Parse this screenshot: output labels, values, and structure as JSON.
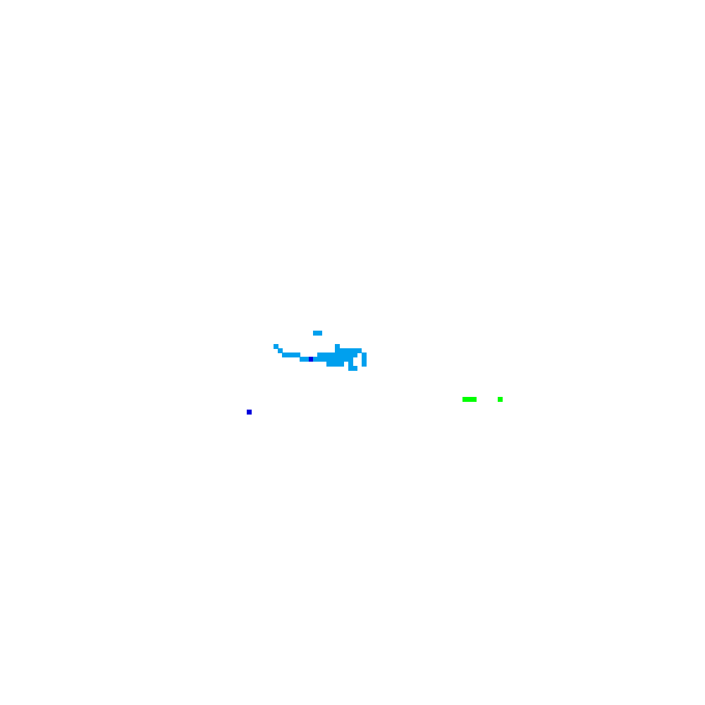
{
  "grid": {
    "columns": 160,
    "rows": 160,
    "background_color": "#ffffff"
  },
  "palette": {
    "light_blue": "#00a0ee",
    "dark_blue": "#0000dd",
    "green": "#00ff00"
  },
  "cells": [
    {
      "col": 71,
      "row": 75,
      "color": "light_blue"
    },
    {
      "col": 72,
      "row": 75,
      "color": "light_blue"
    },
    {
      "col": 62,
      "row": 78,
      "color": "light_blue"
    },
    {
      "col": 76,
      "row": 78,
      "color": "light_blue"
    },
    {
      "col": 63,
      "row": 79,
      "color": "light_blue"
    },
    {
      "col": 76,
      "row": 79,
      "color": "light_blue"
    },
    {
      "col": 77,
      "row": 79,
      "color": "light_blue"
    },
    {
      "col": 78,
      "row": 79,
      "color": "light_blue"
    },
    {
      "col": 79,
      "row": 79,
      "color": "light_blue"
    },
    {
      "col": 80,
      "row": 79,
      "color": "light_blue"
    },
    {
      "col": 81,
      "row": 79,
      "color": "light_blue"
    },
    {
      "col": 64,
      "row": 80,
      "color": "light_blue"
    },
    {
      "col": 65,
      "row": 80,
      "color": "light_blue"
    },
    {
      "col": 66,
      "row": 80,
      "color": "light_blue"
    },
    {
      "col": 67,
      "row": 80,
      "color": "light_blue"
    },
    {
      "col": 72,
      "row": 80,
      "color": "light_blue"
    },
    {
      "col": 73,
      "row": 80,
      "color": "light_blue"
    },
    {
      "col": 74,
      "row": 80,
      "color": "light_blue"
    },
    {
      "col": 75,
      "row": 80,
      "color": "light_blue"
    },
    {
      "col": 76,
      "row": 80,
      "color": "light_blue"
    },
    {
      "col": 77,
      "row": 80,
      "color": "light_blue"
    },
    {
      "col": 78,
      "row": 80,
      "color": "light_blue"
    },
    {
      "col": 79,
      "row": 80,
      "color": "light_blue"
    },
    {
      "col": 80,
      "row": 80,
      "color": "light_blue"
    },
    {
      "col": 82,
      "row": 80,
      "color": "light_blue"
    },
    {
      "col": 68,
      "row": 81,
      "color": "light_blue"
    },
    {
      "col": 69,
      "row": 81,
      "color": "light_blue"
    },
    {
      "col": 70,
      "row": 81,
      "color": "dark_blue"
    },
    {
      "col": 71,
      "row": 81,
      "color": "light_blue"
    },
    {
      "col": 72,
      "row": 81,
      "color": "light_blue"
    },
    {
      "col": 73,
      "row": 81,
      "color": "light_blue"
    },
    {
      "col": 74,
      "row": 81,
      "color": "light_blue"
    },
    {
      "col": 75,
      "row": 81,
      "color": "light_blue"
    },
    {
      "col": 76,
      "row": 81,
      "color": "light_blue"
    },
    {
      "col": 77,
      "row": 81,
      "color": "light_blue"
    },
    {
      "col": 78,
      "row": 81,
      "color": "light_blue"
    },
    {
      "col": 79,
      "row": 81,
      "color": "light_blue"
    },
    {
      "col": 82,
      "row": 81,
      "color": "light_blue"
    },
    {
      "col": 74,
      "row": 82,
      "color": "light_blue"
    },
    {
      "col": 75,
      "row": 82,
      "color": "light_blue"
    },
    {
      "col": 76,
      "row": 82,
      "color": "light_blue"
    },
    {
      "col": 77,
      "row": 82,
      "color": "light_blue"
    },
    {
      "col": 79,
      "row": 82,
      "color": "light_blue"
    },
    {
      "col": 82,
      "row": 82,
      "color": "light_blue"
    },
    {
      "col": 79,
      "row": 83,
      "color": "light_blue"
    },
    {
      "col": 80,
      "row": 83,
      "color": "light_blue"
    },
    {
      "col": 105,
      "row": 90,
      "color": "green"
    },
    {
      "col": 106,
      "row": 90,
      "color": "green"
    },
    {
      "col": 107,
      "row": 90,
      "color": "green"
    },
    {
      "col": 113,
      "row": 90,
      "color": "green"
    },
    {
      "col": 56,
      "row": 93,
      "color": "dark_blue"
    }
  ]
}
